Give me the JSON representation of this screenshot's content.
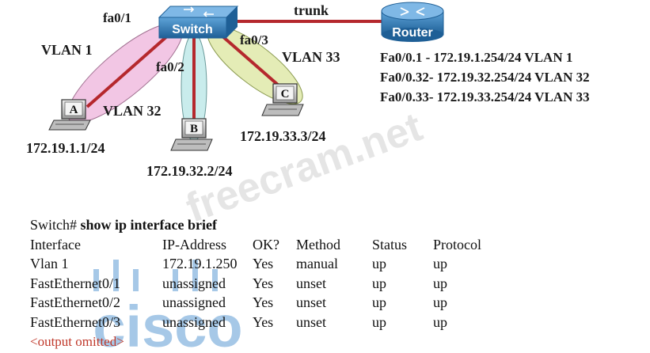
{
  "devices": {
    "switch": {
      "label": "Switch",
      "icon": "switch-icon"
    },
    "router": {
      "label": "Router",
      "icon": "router-icon"
    },
    "pcs": [
      {
        "id": "A",
        "ip": "172.19.1.1/24"
      },
      {
        "id": "B",
        "ip": "172.19.32.2/24"
      },
      {
        "id": "C",
        "ip": "172.19.33.3/24"
      }
    ]
  },
  "links": {
    "trunk": "trunk",
    "fa01": "fa0/1",
    "fa02": "fa0/2",
    "fa03": "fa0/3"
  },
  "vlans": {
    "vlan1": "VLAN 1",
    "vlan32": "VLAN 32",
    "vlan33": "VLAN 33"
  },
  "subinterfaces": [
    "Fa0/0.1 - 172.19.1.254/24 VLAN 1",
    "Fa0/0.32- 172.19.32.254/24 VLAN 32",
    "Fa0/0.33- 172.19.33.254/24 VLAN 33"
  ],
  "cli": {
    "prompt": "Switch#",
    "command": "show ip interface brief",
    "headers": [
      "Interface",
      "IP-Address",
      "OK?",
      "Method",
      "Status",
      "Protocol"
    ],
    "rows": [
      [
        "Vlan 1",
        "172.19.1.250",
        "Yes",
        "manual",
        "up",
        "up"
      ],
      [
        "FastEthernet0/1",
        "unassigned",
        "Yes",
        "unset",
        "up",
        "up"
      ],
      [
        "FastEthernet0/2",
        "unassigned",
        "Yes",
        "unset",
        "up",
        "up"
      ],
      [
        "FastEthernet0/3",
        "unassigned",
        "Yes",
        "unset",
        "up",
        "up"
      ]
    ],
    "footer": "<output omitted>"
  },
  "watermark": {
    "site": "freecram.net",
    "brand": "cisco"
  },
  "colors": {
    "device_blue": "#2f7fc0",
    "link_red": "#b5282d",
    "vlan1_fill": "#f2c6e4",
    "vlan32_fill": "#c9ecec",
    "vlan33_fill": "#e4ecb6",
    "omitted_red": "#c0392b"
  }
}
